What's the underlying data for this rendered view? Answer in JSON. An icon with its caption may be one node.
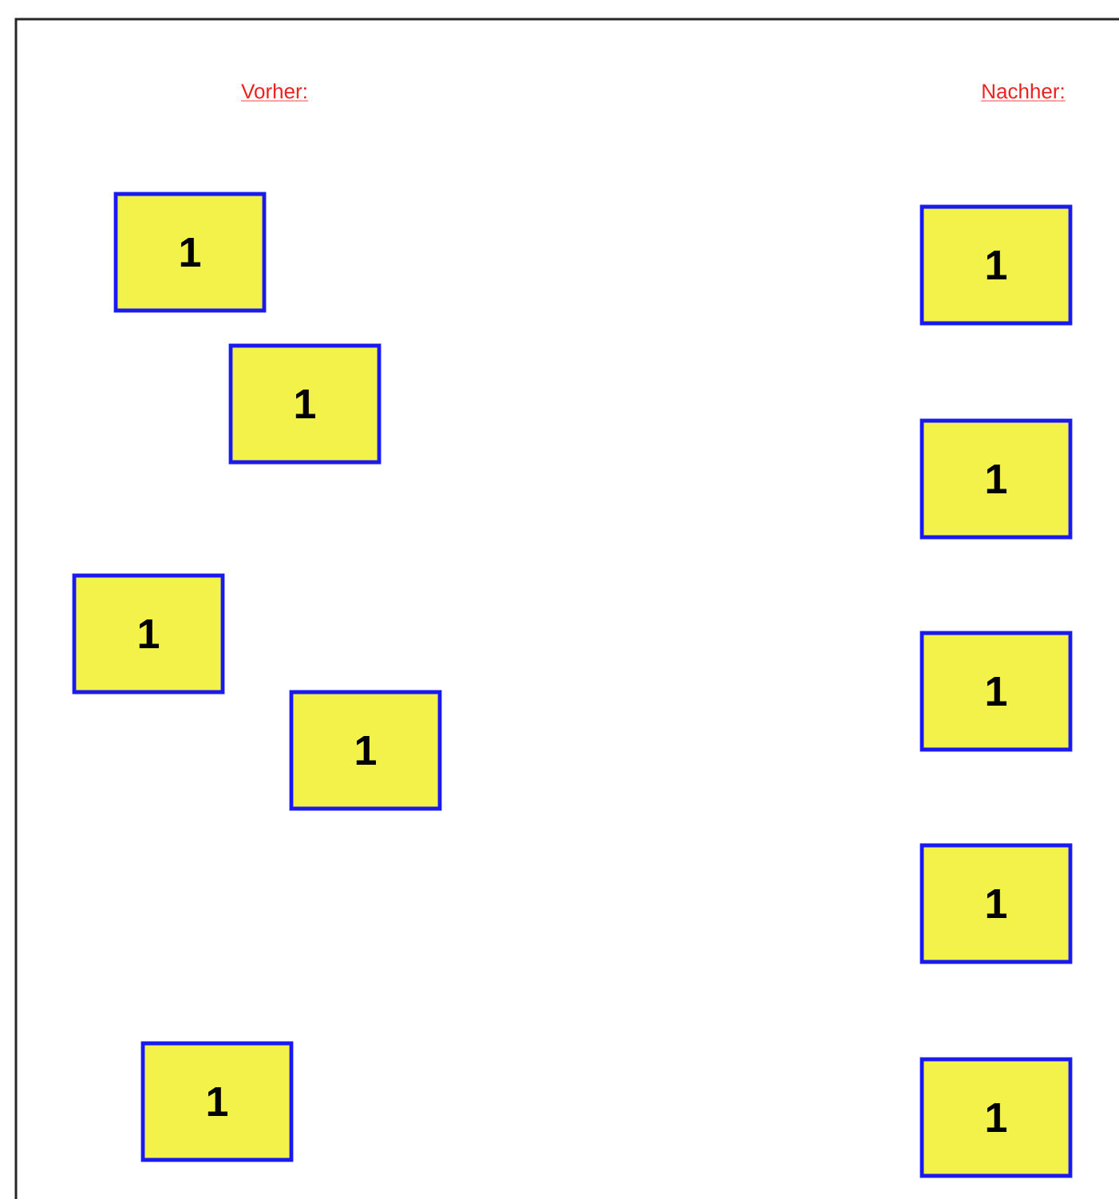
{
  "diagram": {
    "nodes": [
      {
        "text": [
          "1"
        ]
      },
      {
        "text": [
          "1"
        ]
      },
      {
        "text": [
          "1"
        ]
      },
      {
        "text": [
          "1"
        ]
      },
      {
        "text": [
          "1"
        ]
      },
      {
        "text": [
          "1"
        ]
      },
      {
        "text": [
          "1"
        ]
      },
      {
        "text": [
          "1"
        ]
      },
      {
        "text": [
          "1"
        ]
      },
      {
        "text": [
          "1"
        ]
      }
    ],
    "labels": [
      "Vorher:",
      "Nachher:"
    ]
  }
}
